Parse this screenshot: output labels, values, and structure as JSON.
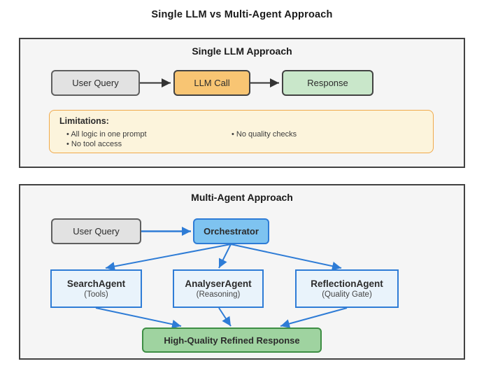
{
  "title": "Single LLM vs Multi-Agent Approach",
  "colors": {
    "panel_bg": "#f5f5f5",
    "panel_border": "#424242",
    "gray_node": "#e2e2e2",
    "orange_node": "#f8c573",
    "green_node": "#c9e7ca",
    "blue_node": "#7ec3f0",
    "light_blue_node": "#e9f3fb",
    "final_green_node": "#9fd3a0",
    "blue_accent": "#2e7cd6",
    "limitations_bg": "#fcf4dc",
    "limitations_border": "#f0a94b",
    "black_arrow": "#333333"
  },
  "single_llm": {
    "title": "Single LLM Approach",
    "nodes": {
      "user_query": "User Query",
      "llm_call": "LLM Call",
      "response": "Response"
    },
    "limitations": {
      "heading": "Limitations:",
      "col1": [
        "All logic in one prompt",
        "No tool access"
      ],
      "col2": [
        "No quality checks"
      ]
    }
  },
  "multi_agent": {
    "title": "Multi-Agent Approach",
    "nodes": {
      "user_query": "User Query",
      "orchestrator": "Orchestrator",
      "search_agent": {
        "name": "SearchAgent",
        "sub": "(Tools)"
      },
      "analyser_agent": {
        "name": "AnalyserAgent",
        "sub": "(Reasoning)"
      },
      "reflection_agent": {
        "name": "ReflectionAgent",
        "sub": "(Quality Gate)"
      },
      "final_response": "High-Quality Refined Response"
    }
  }
}
